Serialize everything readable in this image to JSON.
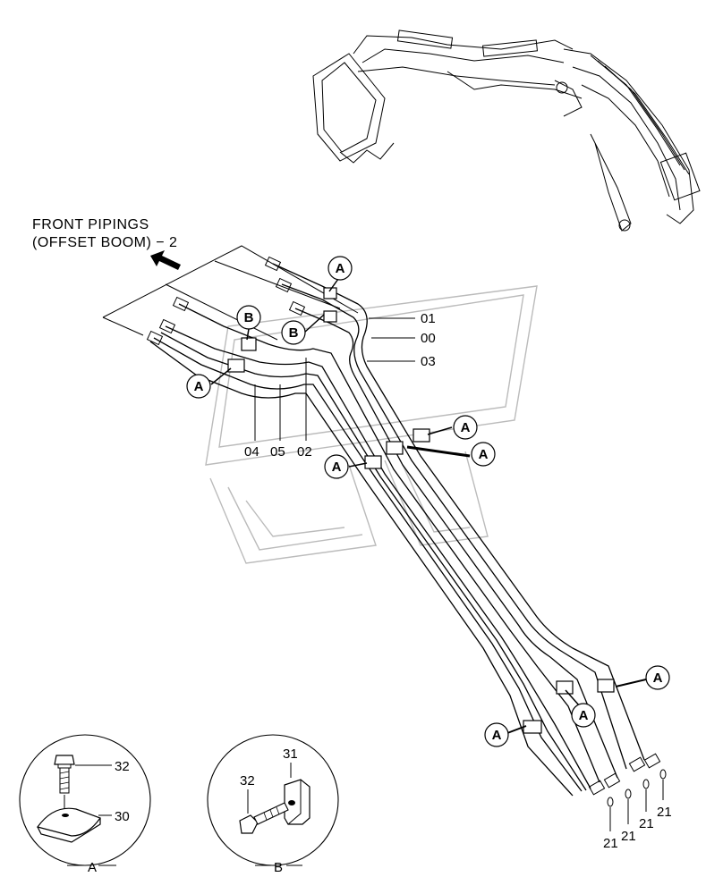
{
  "title_line1": "FRONT PIPINGS",
  "title_line2": "(OFFSET BOOM) − 2",
  "callout_A": "A",
  "callout_B": "B",
  "parts": {
    "p00": "00",
    "p01": "01",
    "p02": "02",
    "p03": "03",
    "p04": "04",
    "p05": "05",
    "p21": "21",
    "p30": "30",
    "p31": "31",
    "p32": "32"
  },
  "detail_A_label": "A",
  "detail_B_label": "B",
  "icons": [
    "arrow-left-icon",
    "excavator-icon",
    "clamp-icon",
    "bolt-icon",
    "watermark-logo-icon"
  ]
}
